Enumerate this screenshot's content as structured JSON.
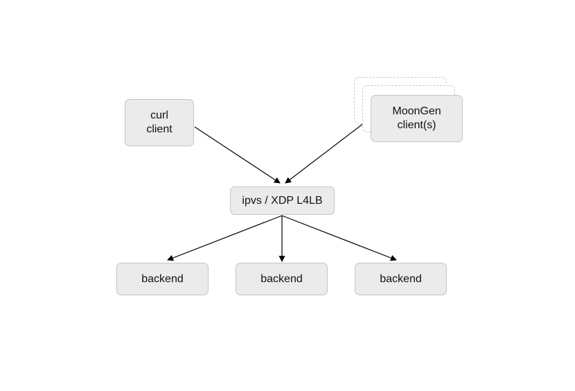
{
  "nodes": {
    "curl_client": "curl\nclient",
    "moongen_client": "MoonGen\nclient(s)",
    "load_balancer": "ipvs / XDP L4LB",
    "backends": [
      "backend",
      "backend",
      "backend"
    ]
  },
  "colors": {
    "node_fill": "#ebebeb",
    "node_border": "#c4c4c4",
    "ghost_border": "#c8c8c8",
    "arrow": "#000000"
  },
  "icons": {
    "arrowhead": "arrowhead-icon"
  }
}
